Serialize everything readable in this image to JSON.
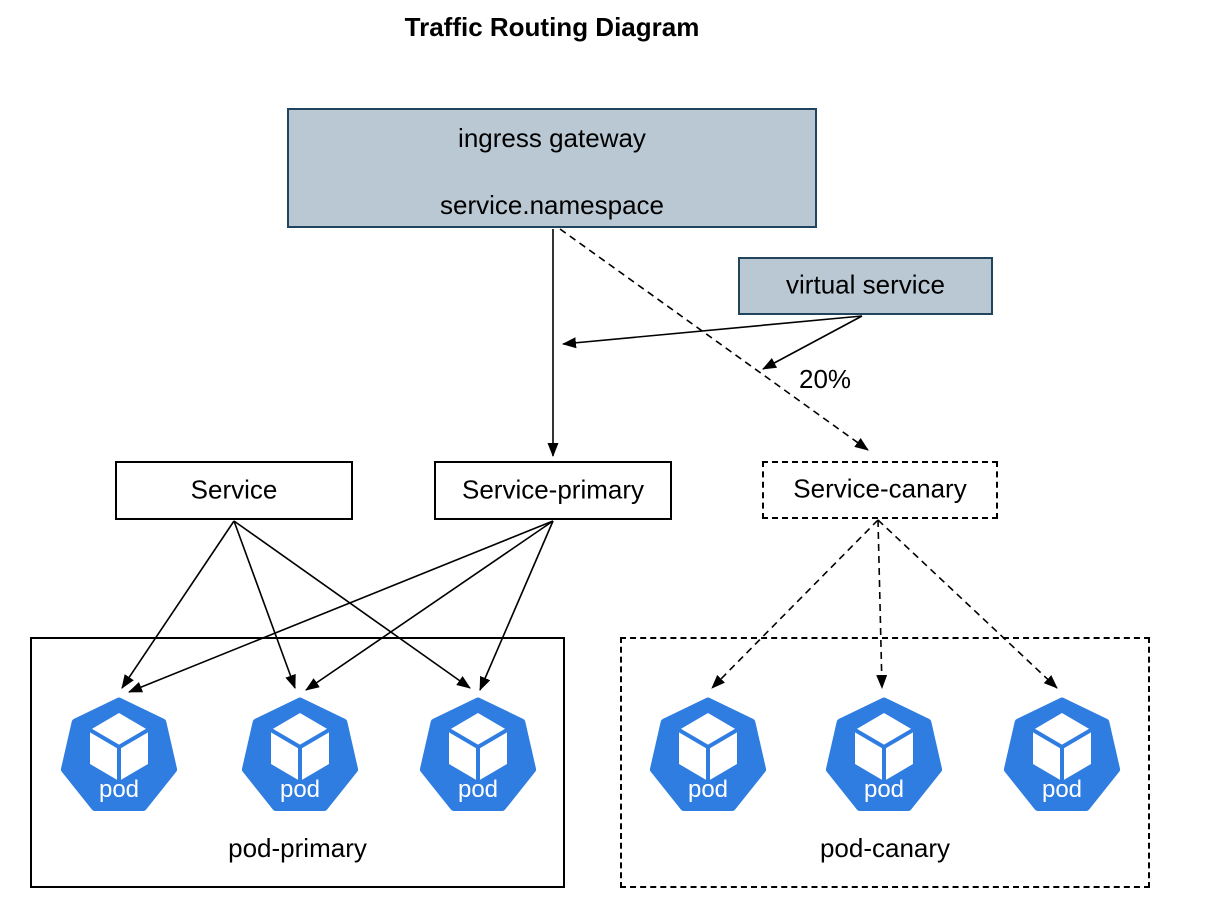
{
  "title": "Traffic Routing Diagram",
  "annotations": {
    "canary_weight": "20%"
  },
  "nodes": {
    "ingress_gateway": {
      "line1": "ingress gateway",
      "line2": "service.namespace"
    },
    "virtual_service": "virtual service",
    "service": "Service",
    "service_primary": "Service-primary",
    "service_canary": "Service-canary",
    "pod_primary_group": "pod-primary",
    "pod_canary_group": "pod-canary",
    "pod_label": "pod"
  },
  "colors": {
    "gateway_fill": "#bac8d3",
    "gateway_stroke": "#23445d",
    "pod_blue": "#2f7de1",
    "line": "#000000",
    "background": "#ffffff"
  },
  "edges": [
    {
      "from": "ingress gateway service.namespace",
      "to": "Service-primary",
      "style": "solid"
    },
    {
      "from": "ingress gateway service.namespace",
      "to": "Service-canary",
      "style": "dashed",
      "label": "20%"
    },
    {
      "from": "virtual service",
      "to": "primary route line",
      "style": "solid"
    },
    {
      "from": "virtual service",
      "to": "canary route line",
      "style": "solid"
    },
    {
      "from": "Service",
      "to": "pod-primary pods (3)",
      "style": "solid"
    },
    {
      "from": "Service-primary",
      "to": "pod-primary pods (3)",
      "style": "solid"
    },
    {
      "from": "Service-canary",
      "to": "pod-canary pods (3)",
      "style": "dashed"
    }
  ]
}
